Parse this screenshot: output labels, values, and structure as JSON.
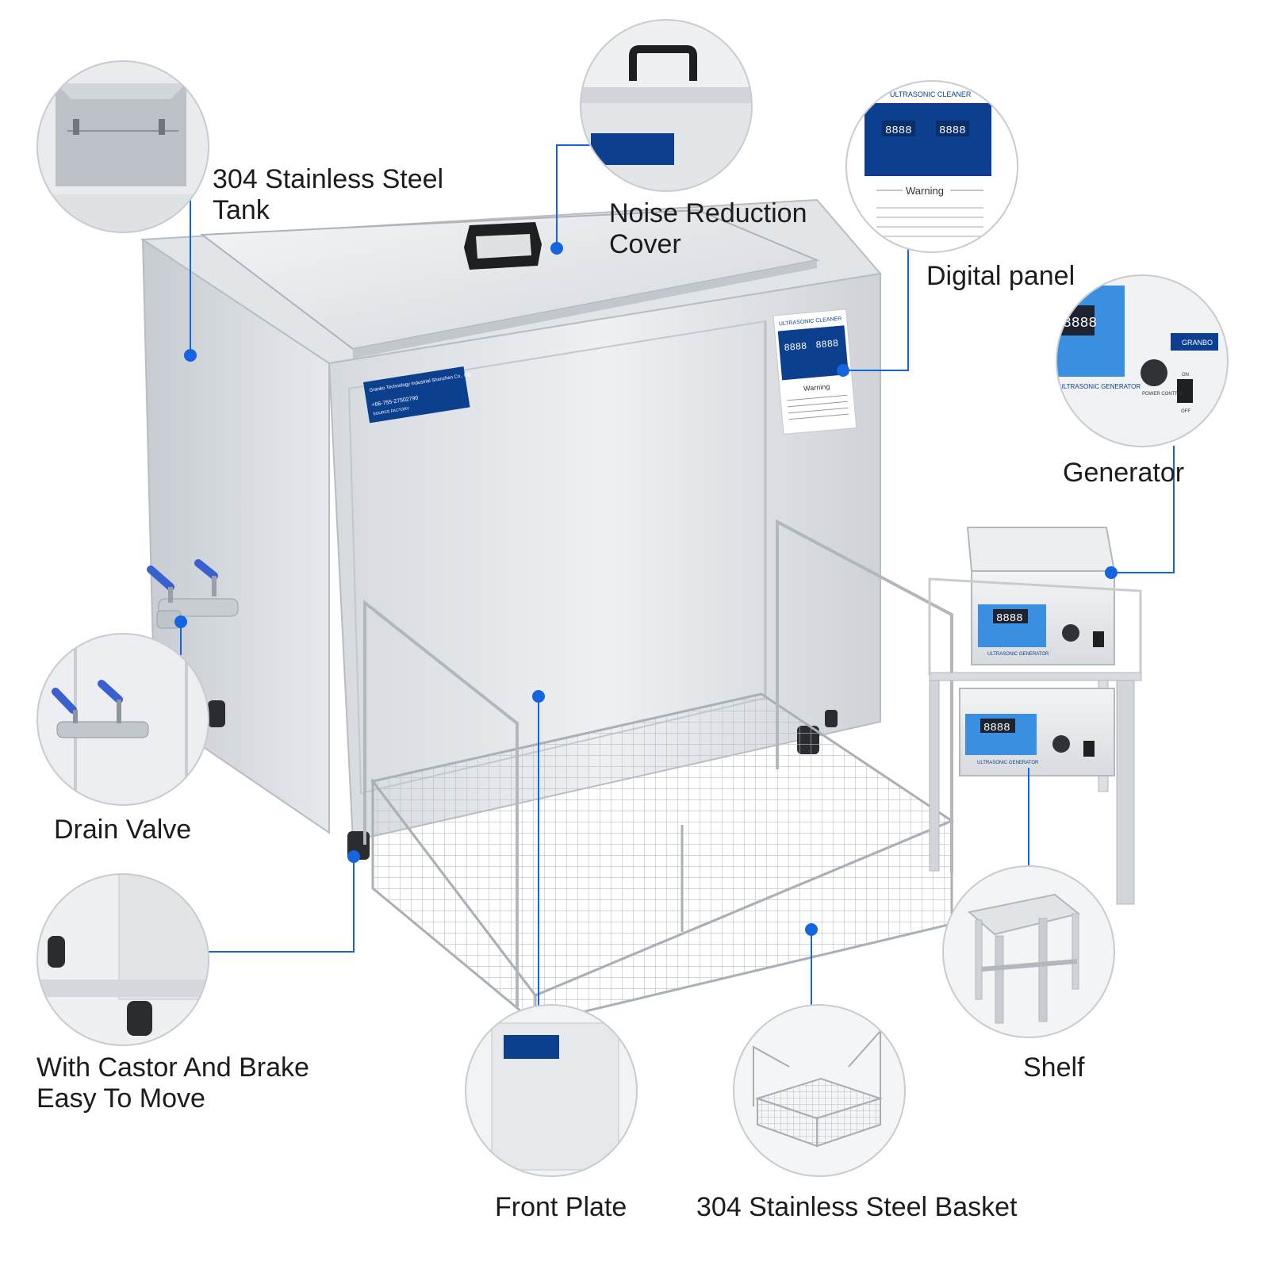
{
  "callouts": {
    "tank": {
      "line1": "304 Stainless Steel",
      "line2": "Tank"
    },
    "cover": {
      "line1": "Noise Reduction",
      "line2": "Cover"
    },
    "panel": {
      "text": "Digital panel"
    },
    "generator": {
      "text": "Generator"
    },
    "drain": {
      "text": "Drain Valve"
    },
    "castor": {
      "line1": "With Castor And Brake",
      "line2": "Easy To Move"
    },
    "front_plate": {
      "text": "Front Plate"
    },
    "basket": {
      "text": "304 Stainless Steel Basket"
    },
    "shelf": {
      "text": "Shelf"
    }
  },
  "product_text": {
    "cleaner_title": "ULTRASONIC CLEANER",
    "warning": "Warning",
    "generator_label": "ULTRASONIC GENERATOR",
    "brand": "GRANBO",
    "display": "8888",
    "power_control": "POWER CONTROL",
    "switch_on": "ON",
    "switch_off": "OFF",
    "nameplate_company": "Granbo Technology Industrial Shenzhen Co., Ltd.",
    "nameplate_phone": "+86-755-27502790",
    "nameplate_tag": "SOURCE FACTORY"
  },
  "colors": {
    "accent": "#1565e0",
    "panel_blue": "#0d3f8f",
    "steel": "#dcdfe3",
    "label_text": "#1c1c1c"
  }
}
